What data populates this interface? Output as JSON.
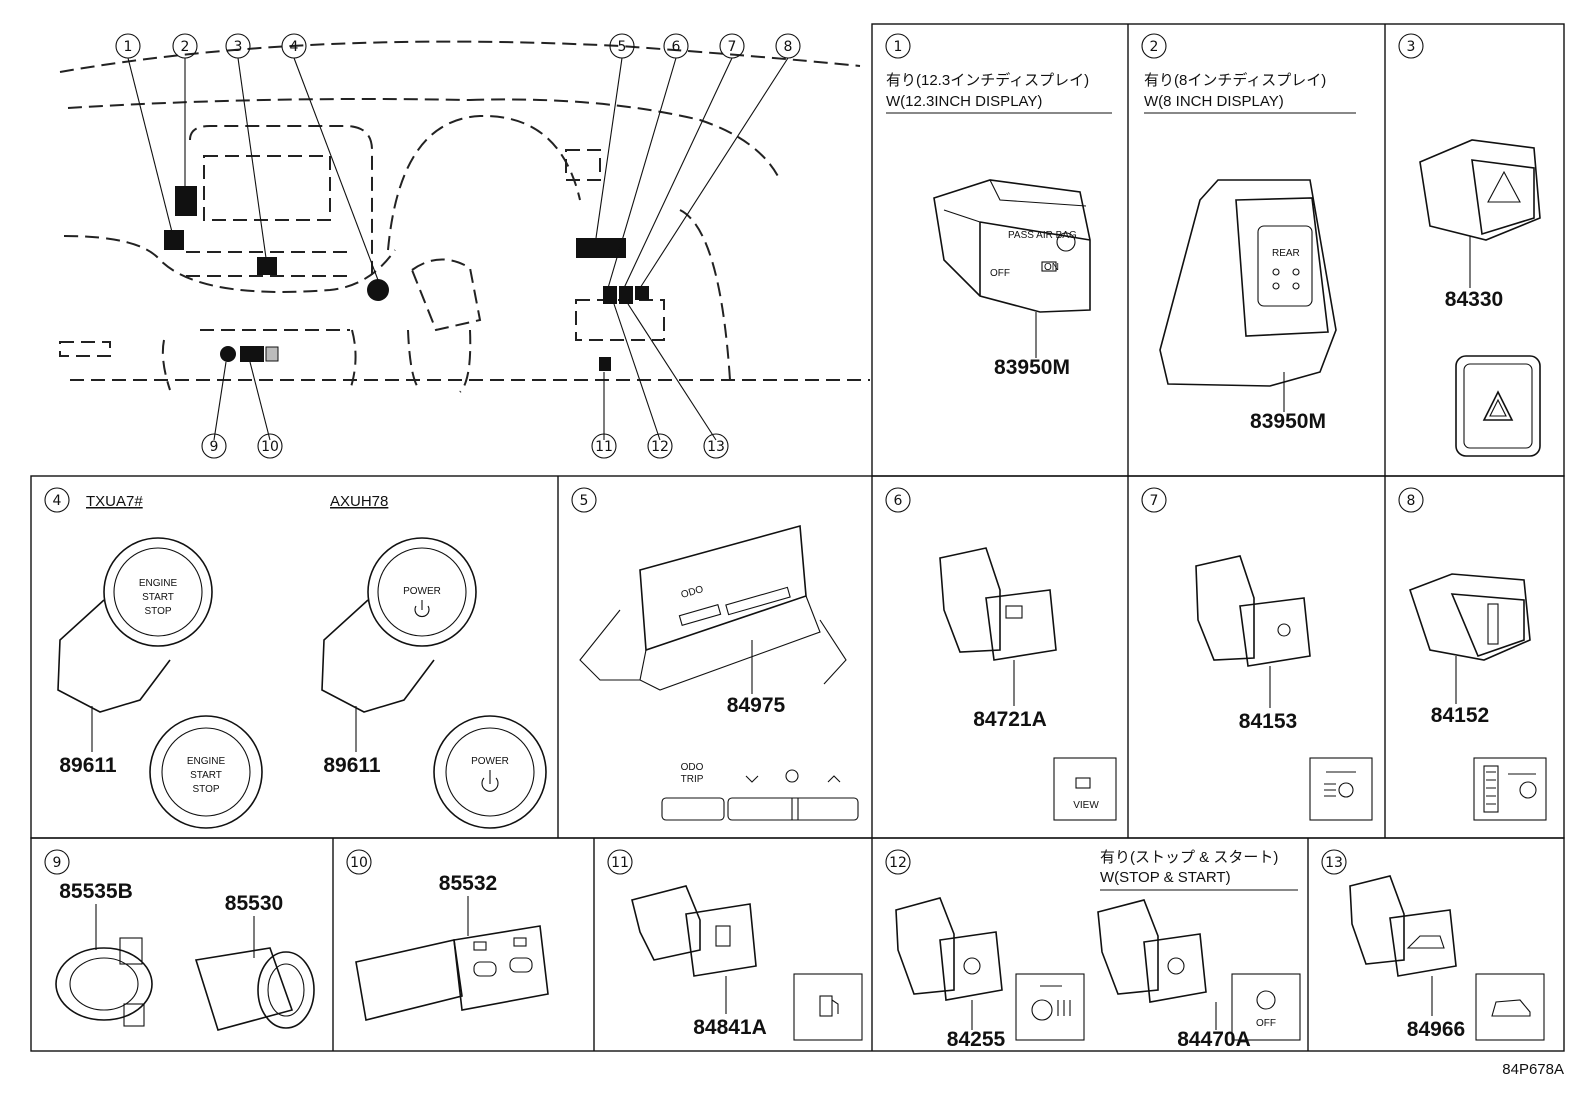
{
  "diagram": {
    "reference_code": "84P678A",
    "overview_callouts": [
      "1",
      "2",
      "3",
      "4",
      "5",
      "6",
      "7",
      "8",
      "9",
      "10",
      "11",
      "12",
      "13"
    ],
    "panels": [
      {
        "id": "1",
        "condition_jp": "有り(12.3インチディスプレイ)",
        "condition_en": "W(12.3INCH DISPLAY)",
        "part_numbers": [
          "83950M"
        ],
        "printed_labels": [
          "PASS AIR BAG",
          "OFF",
          "ON"
        ]
      },
      {
        "id": "2",
        "condition_jp": "有り(8インチディスプレイ)",
        "condition_en": "W(8 INCH DISPLAY)",
        "part_numbers": [
          "83950M"
        ],
        "printed_labels": [
          "REAR"
        ]
      },
      {
        "id": "3",
        "part_numbers": [
          "84330"
        ]
      },
      {
        "id": "4",
        "models": [
          "TXUA7#",
          "AXUH78"
        ],
        "part_numbers": [
          "89611",
          "89611"
        ],
        "button_text": [
          "ENGINE",
          "START",
          "STOP"
        ],
        "power_text": "POWER"
      },
      {
        "id": "5",
        "part_numbers": [
          "84975"
        ],
        "button_labels": [
          "ODO",
          "TRIP"
        ]
      },
      {
        "id": "6",
        "part_numbers": [
          "84721A"
        ],
        "icon_text": "VIEW"
      },
      {
        "id": "7",
        "part_numbers": [
          "84153"
        ]
      },
      {
        "id": "8",
        "part_numbers": [
          "84152"
        ]
      },
      {
        "id": "9",
        "part_numbers": [
          "85535B",
          "85530"
        ]
      },
      {
        "id": "10",
        "part_numbers": [
          "85532"
        ]
      },
      {
        "id": "11",
        "part_numbers": [
          "84841A"
        ]
      },
      {
        "id": "12",
        "condition_jp": "有り(ストップ & スタート)",
        "condition_en": "W(STOP & START)",
        "part_numbers": [
          "84255",
          "84470A"
        ],
        "icon_text": "OFF"
      },
      {
        "id": "13",
        "part_numbers": [
          "84966"
        ]
      }
    ]
  }
}
